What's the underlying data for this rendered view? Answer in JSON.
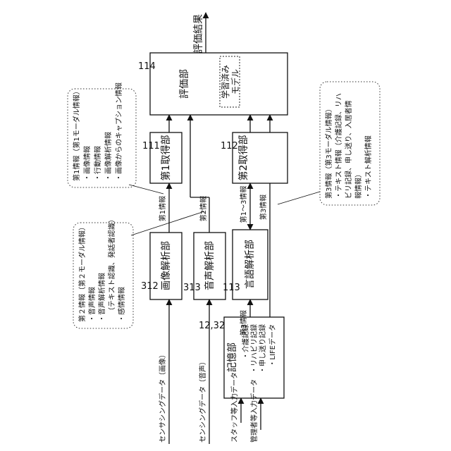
{
  "refs": {
    "evaluator": "114",
    "acq1": "111",
    "acq2": "112",
    "image": "312",
    "audio": "313",
    "lang": "113",
    "storage": "12,32"
  },
  "blocks": {
    "evaluator": "評価部",
    "model_line1": "学習済み",
    "model_line2": "モデル",
    "acq1": "第1取得部",
    "acq2": "第2取得部",
    "image": "画像解析部",
    "audio": "音声解析部",
    "lang": "言語解析部",
    "storage_title": "記憶部",
    "storage_items": [
      "・介護記録",
      "・リハビリ記録",
      "・申し送り記録",
      "・LIFEデータ"
    ]
  },
  "signals": {
    "output": "評価結果",
    "info1": "第1情報",
    "info2": "第2情報",
    "info13": "第1～3情報",
    "info3": "第3情報",
    "info3_storage": "第3情報"
  },
  "inputs": {
    "sensing_image": "センサシングデータ（画像）",
    "sensing_audio": "センシングデータ（音声）",
    "staff_input": "スタッフ等入力データ",
    "manager_input": "管理者等入力データ"
  },
  "notes": {
    "info1": [
      "第1情報（第1モーダル情報）",
      "・画像情報",
      "・行動情報",
      "・画像解析情報",
      "・画像からのキャプション情報"
    ],
    "info2": [
      "第２情報（第２モーダル情報）",
      "・音声情報",
      "・音声解析情報",
      "（テキスト認識、発話者認識）",
      "・感情情報"
    ],
    "info3": [
      "第3情報（第3モーダル情報）",
      "・テキスト情報（介護記録、リハ",
      "ビリ記録、申し送り、入居者情",
      "報情報）",
      "・テキスト解析情報"
    ]
  }
}
